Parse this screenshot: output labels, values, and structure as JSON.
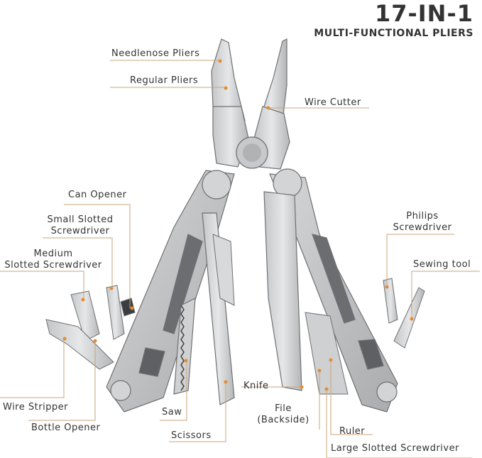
{
  "title": {
    "main": "17-IN-1",
    "sub": "MULTI-FUNCTIONAL PLIERS"
  },
  "labels": {
    "needlenose_pliers": "Needlenose Pliers",
    "regular_pliers": "Regular Pliers",
    "wire_cutter": "Wire Cutter",
    "can_opener": "Can Opener",
    "small_slotted_line1": "Small Slotted",
    "small_slotted_line2": "Screwdriver",
    "medium_line1": "Medium",
    "medium_line2": "Slotted Screwdriver",
    "philips_line1": "Philips",
    "philips_line2": "Screwdriver",
    "sewing_tool": "Sewing tool",
    "knife": "Knife",
    "file_line1": "File",
    "file_line2": "(Backside)",
    "wire_stripper": "Wire Stripper",
    "saw": "Saw",
    "bottle_opener": "Bottle Opener",
    "scissors": "Scissors",
    "ruler": "Ruler",
    "large_slotted": "Large Slotted Screwdriver"
  },
  "colors": {
    "accent": "#e8892b",
    "steel_light": "#d9dadb",
    "steel_mid": "#b9bbbd",
    "steel_dark": "#8e9092",
    "outline": "#6e7072"
  }
}
